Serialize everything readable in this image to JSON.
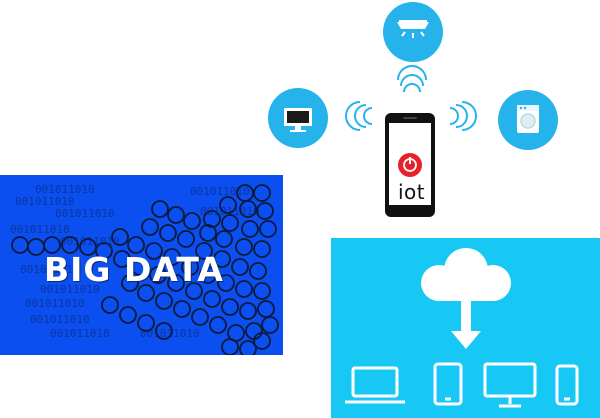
{
  "iot": {
    "phone_label": "iot",
    "devices": [
      "smoke-detector",
      "monitor",
      "washing-machine"
    ]
  },
  "bigdata": {
    "title": "BIG DATA",
    "binary_text": "001011010"
  },
  "cloud": {
    "devices": [
      "laptop",
      "tablet",
      "desktop-monitor",
      "smartphone"
    ]
  },
  "colors": {
    "bigdata_bg": "#0c4ff0",
    "cloud_bg": "#17c8f5",
    "bubble": "#26b3ec",
    "power_red": "#e8202a"
  }
}
